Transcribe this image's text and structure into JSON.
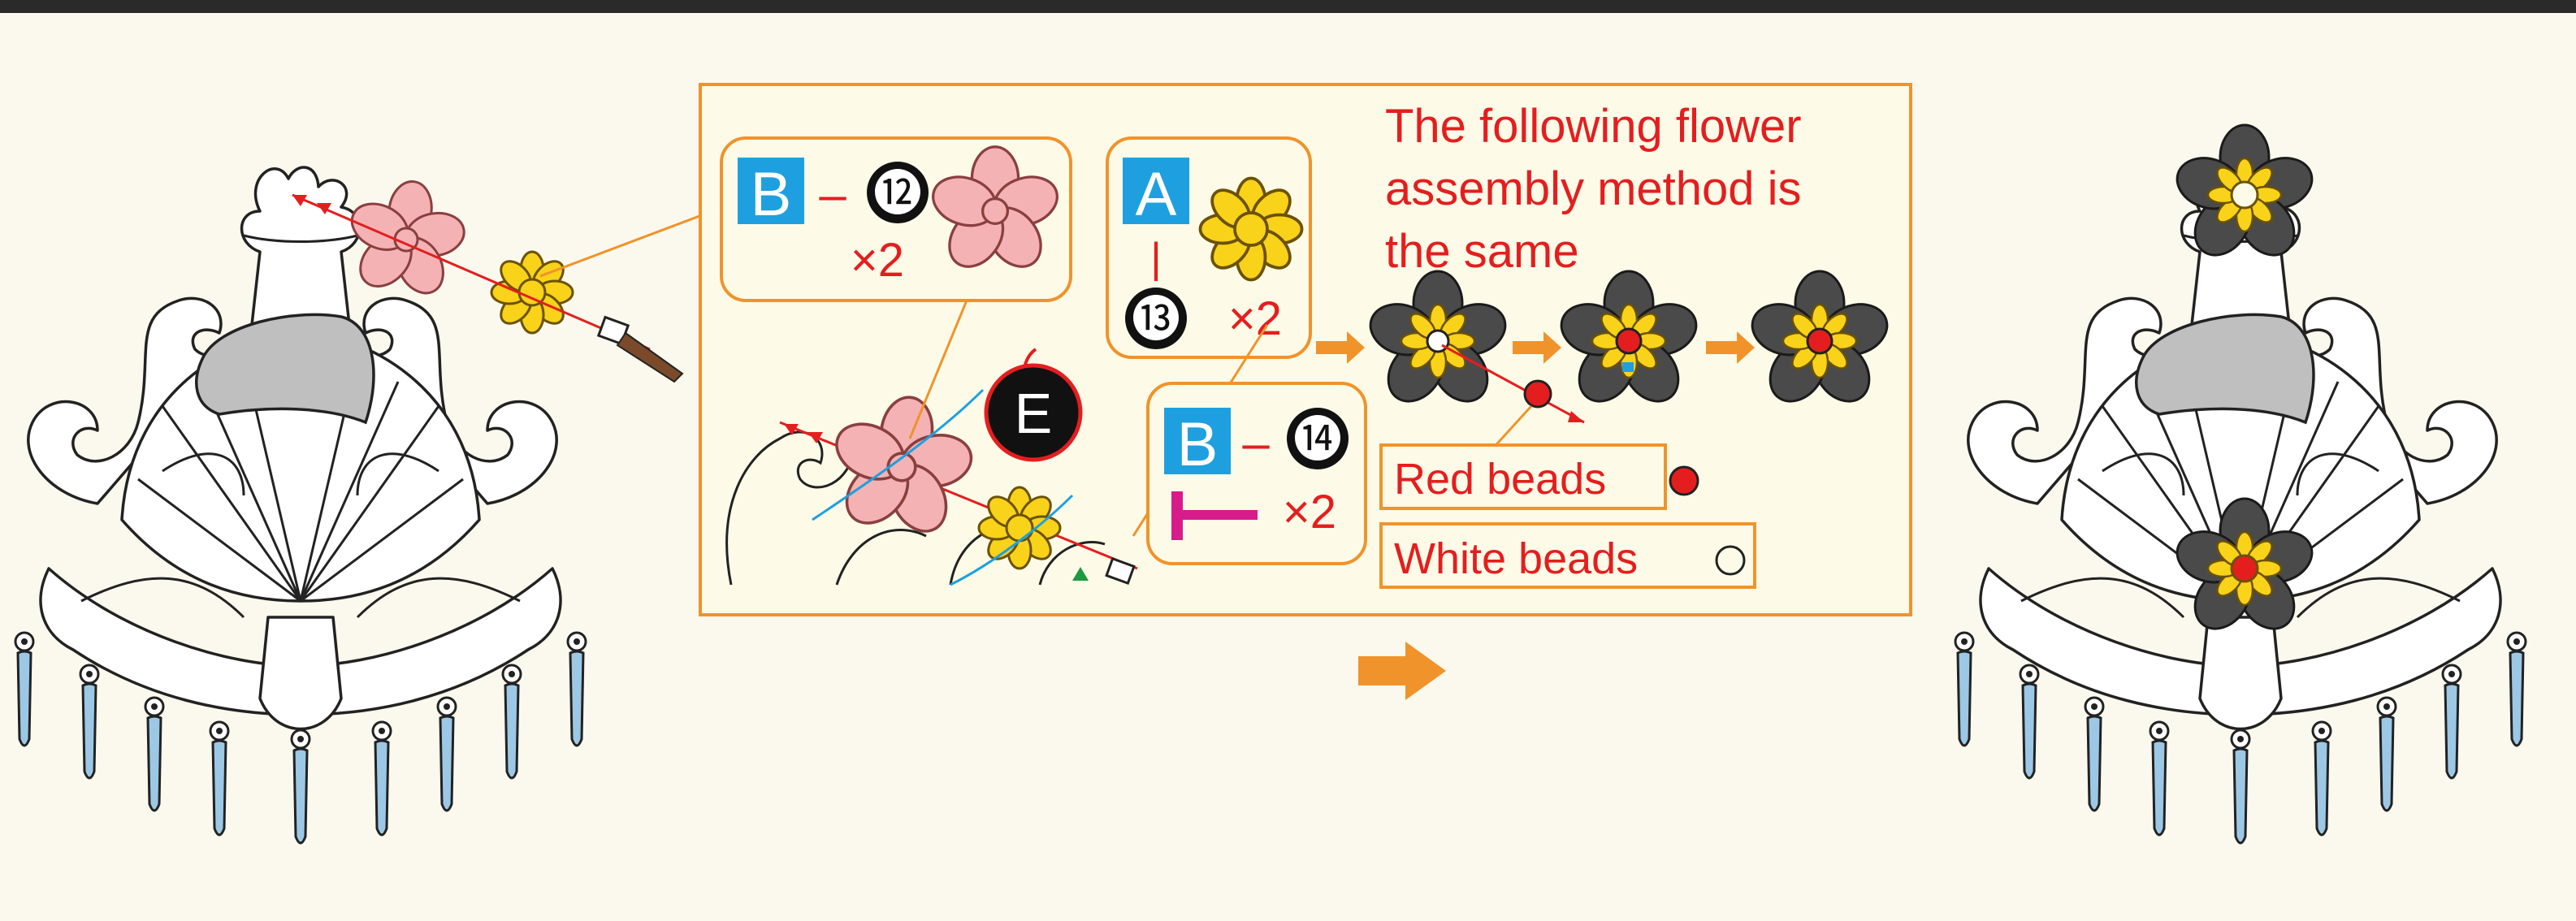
{
  "colors": {
    "background": "#fbf9ed",
    "top_rule": "#2a2a2a",
    "frame_orange": "#f0932b",
    "instruction_red": "#e41e1e",
    "part_blue": "#1ea0e0",
    "pink_petal": "#f4b2b4",
    "yellow_petal": "#f9d21a",
    "dark_petal": "#4a4a4a",
    "crystal_blue": "#9cc8e6",
    "cap_gray": "#bfbfbf",
    "pin_magenta": "#d81b8a",
    "marker_green": "#1e9a40"
  },
  "callout_b12": {
    "letter": "B",
    "dash": "–",
    "number": "⓬",
    "multiplier": "×2"
  },
  "callout_a13": {
    "letter": "A",
    "dash": "|",
    "number": "⓭",
    "multiplier": "×2"
  },
  "callout_b14": {
    "letter": "B",
    "dash": "–",
    "number": "⓮",
    "multiplier": "×2"
  },
  "callout_e": {
    "letter": "E"
  },
  "note_lines": [
    "The following flower",
    "assembly method is",
    "the same"
  ],
  "red_beads_label": "Red beads",
  "white_beads_label": "White beads",
  "icons": [
    "chandelier-before",
    "chandelier-after",
    "pink-flower",
    "yellow-flower",
    "dark-flower",
    "red-bead",
    "white-bead",
    "pin",
    "next-arrow"
  ]
}
